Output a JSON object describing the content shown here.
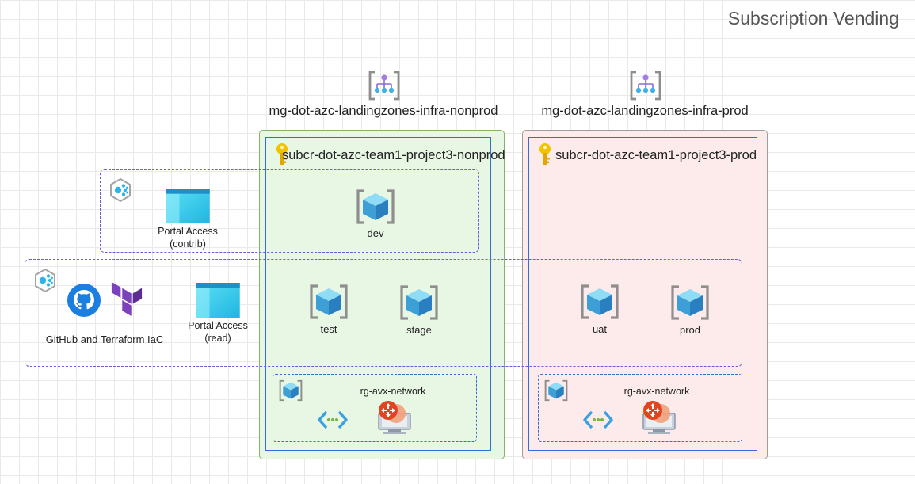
{
  "title": "Subscription Vending",
  "management_groups": [
    {
      "label": "mg-dot-azc-landingzones-infra-nonprod"
    },
    {
      "label": "mg-dot-azc-landingzones-infra-prod"
    }
  ],
  "subscriptions": [
    {
      "name": "subcr-dot-azc-team1-project3-nonprod",
      "environments": [
        "dev",
        "test",
        "stage"
      ],
      "network_rg": "rg-avx-network"
    },
    {
      "name": "subcr-dot-azc-team1-project3-prod",
      "environments": [
        "uat",
        "prod"
      ],
      "network_rg": "rg-avx-network"
    }
  ],
  "access_groups": [
    {
      "portal_label_line1": "Portal Access",
      "portal_label_line2": "(contrib)"
    },
    {
      "portal_label_line1": "Portal Access",
      "portal_label_line2": "(read)",
      "iac_label": "GitHub and Terraform IaC"
    }
  ],
  "icons": {
    "management_group": "management-group-icon",
    "subscription": "key-icon",
    "resource_group": "resource-group-cube-icon",
    "security_group": "group-icon",
    "portal": "portal-window-icon",
    "github": "github-icon",
    "terraform": "terraform-icon",
    "vnet": "virtual-network-icon",
    "gateway": "network-gateway-icon"
  },
  "colors": {
    "nonprod_fill": "#e8f6e4",
    "nonprod_border": "#82b366",
    "prod_fill": "#fcebea",
    "prod_border": "#9e9e9e",
    "scope_blue": "#2f6fd6",
    "access_purple": "#6a5ae0"
  }
}
